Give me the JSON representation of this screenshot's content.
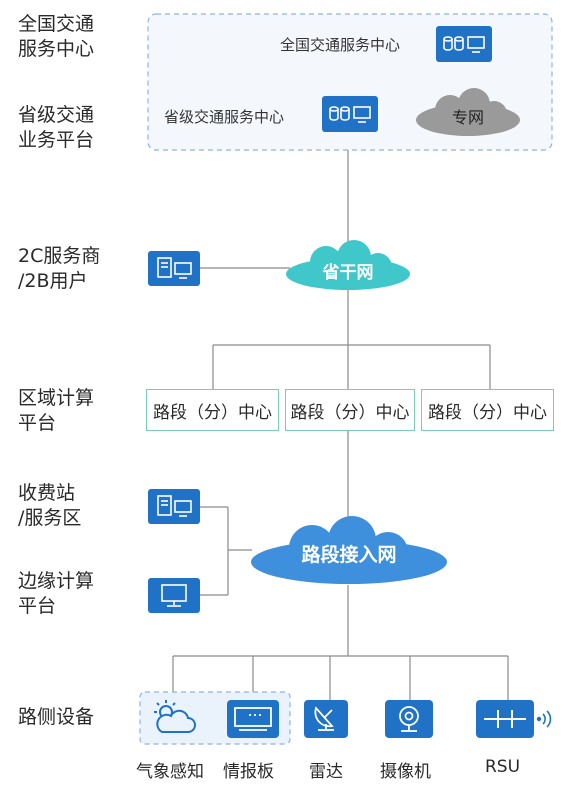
{
  "side_labels": {
    "national": "全国交通\n服务中心",
    "provincial": "省级交通\n业务平台",
    "provider": "2C服务商\n/2B用户",
    "regional": "区域计算\n平台",
    "toll": "收费站\n/服务区",
    "edge": "边缘计算\n平台",
    "roadside": "路侧设备"
  },
  "nodes": {
    "national_center": "全国交通服务中心",
    "provincial_center": "省级交通服务中心",
    "private_net": "专网",
    "backbone": "省干网",
    "access_net": "路段接入网"
  },
  "road_centers": [
    "路段（分）中心",
    "路段（分）中心",
    "路段（分）中心"
  ],
  "devices": [
    "气象感知",
    "情报板",
    "雷达",
    "摄像机",
    "RSU"
  ],
  "colors": {
    "accent": "#1f72c6",
    "cloud_teal": "#3fc7c9",
    "cloud_blue": "#3e8fdc",
    "cloud_gray": "#9a9a9a",
    "box_border": "#7bcbb8",
    "dashed": "#8fb3e0"
  }
}
